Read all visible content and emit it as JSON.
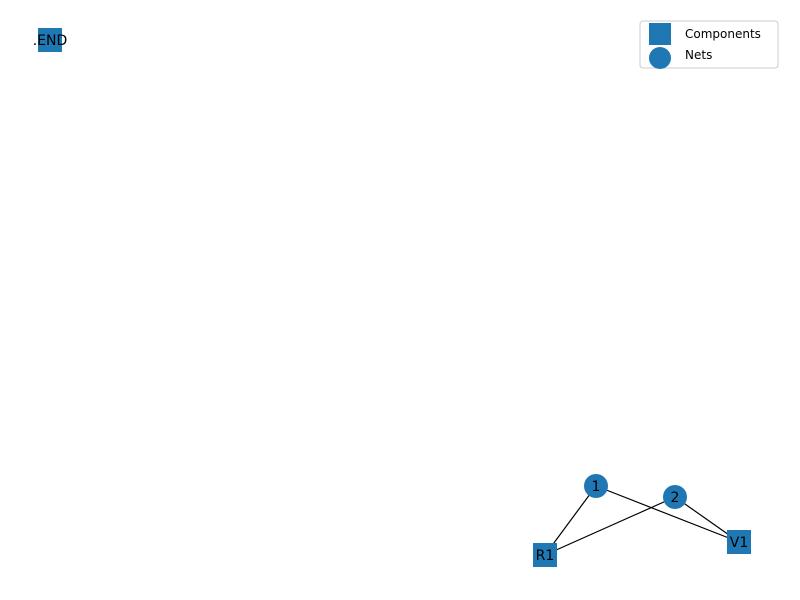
{
  "colors": {
    "node_fill": "#1f77b4",
    "edge": "#000000",
    "background": "#ffffff",
    "legend_border": "#cccccc"
  },
  "legend": {
    "items": [
      {
        "label": "Components",
        "shape": "square"
      },
      {
        "label": "Nets",
        "shape": "circle"
      }
    ]
  },
  "graph": {
    "nodes": [
      {
        "id": ".END",
        "label": ".END",
        "kind": "component"
      },
      {
        "id": "R1",
        "label": "R1",
        "kind": "component"
      },
      {
        "id": "V1",
        "label": "V1",
        "kind": "component"
      },
      {
        "id": "1",
        "label": "1",
        "kind": "net"
      },
      {
        "id": "2",
        "label": "2",
        "kind": "net"
      }
    ],
    "edges": [
      {
        "source": "1",
        "target": "R1"
      },
      {
        "source": "1",
        "target": "V1"
      },
      {
        "source": "2",
        "target": "R1"
      },
      {
        "source": "2",
        "target": "V1"
      }
    ]
  }
}
